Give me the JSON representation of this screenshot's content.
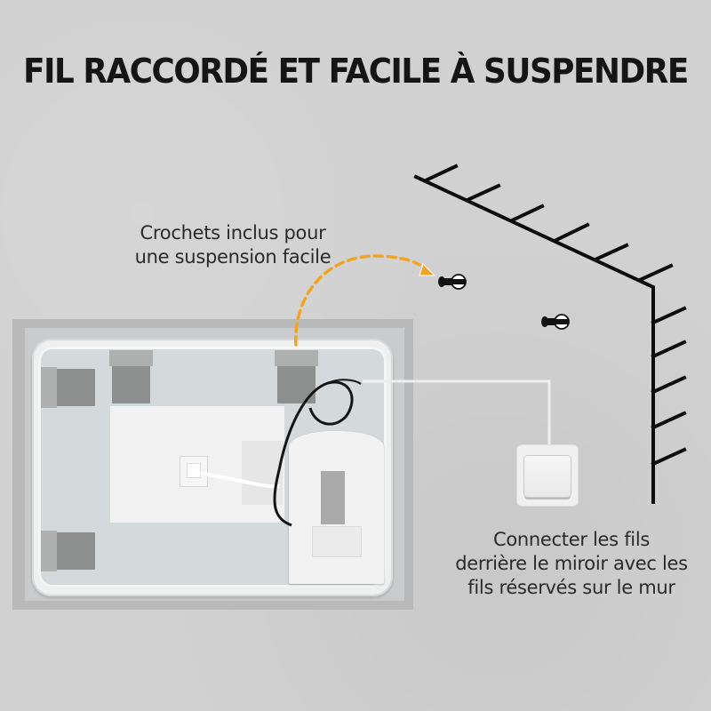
{
  "title": "FIL RACCORDÉ ET FACILE À SUSPENDRE",
  "captions": {
    "hooks": {
      "lines": [
        "Crochets inclus pour",
        "une suspension facile"
      ]
    },
    "wires": {
      "lines": [
        "Connecter les fils",
        "derrière le miroir avec les",
        "fils réservés sur le mur"
      ]
    }
  },
  "icons": {
    "hook_1": "wall-hook-icon",
    "hook_2": "wall-hook-icon",
    "arrow": "dashed-curved-arrow",
    "wall": "wall-corner-hatching",
    "switch": "wall-light-switch-icon"
  },
  "colors": {
    "background": "#d1d1d1",
    "title": "#151515",
    "caption": "#2a2a2a",
    "arrow": "#f0a424",
    "wall_lines": "#0d0d0d",
    "connector_line": "#efefef"
  }
}
